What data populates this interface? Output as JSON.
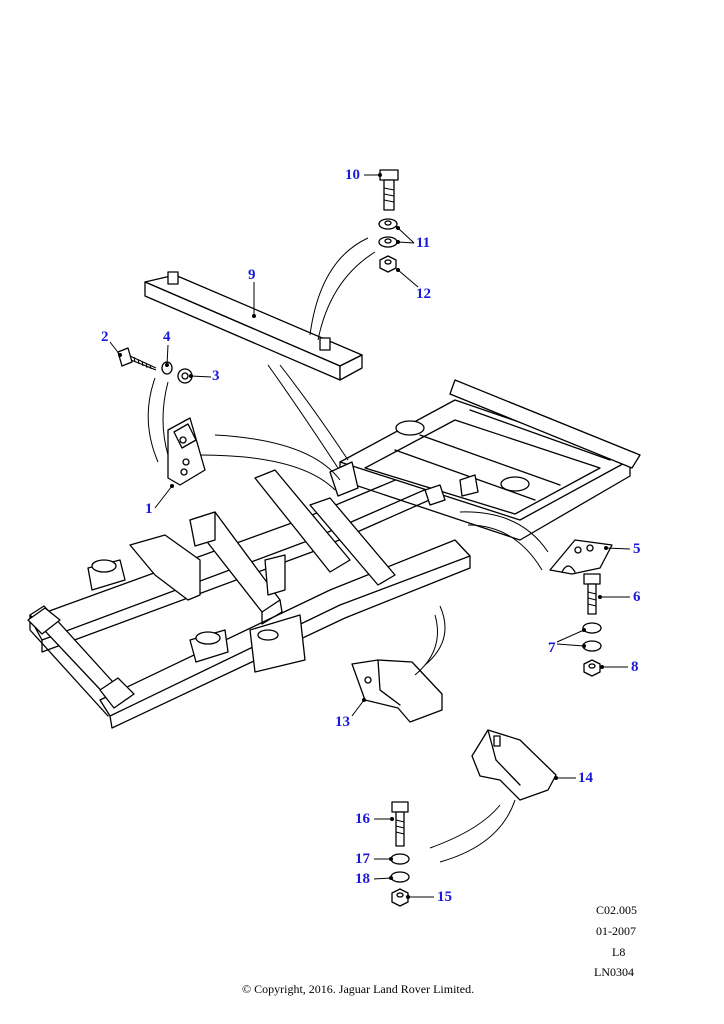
{
  "colors": {
    "callout": "#1a1adb",
    "line": "#000000",
    "background": "#ffffff"
  },
  "callouts": [
    {
      "id": "1",
      "text": "1"
    },
    {
      "id": "2",
      "text": "2"
    },
    {
      "id": "3",
      "text": "3"
    },
    {
      "id": "4",
      "text": "4"
    },
    {
      "id": "5",
      "text": "5"
    },
    {
      "id": "6",
      "text": "6"
    },
    {
      "id": "7",
      "text": "7"
    },
    {
      "id": "8",
      "text": "8"
    },
    {
      "id": "9",
      "text": "9"
    },
    {
      "id": "10",
      "text": "10"
    },
    {
      "id": "11",
      "text": "11"
    },
    {
      "id": "12",
      "text": "12"
    },
    {
      "id": "13",
      "text": "13"
    },
    {
      "id": "14",
      "text": "14"
    },
    {
      "id": "15",
      "text": "15"
    },
    {
      "id": "16",
      "text": "16"
    },
    {
      "id": "17",
      "text": "17"
    },
    {
      "id": "18",
      "text": "18"
    }
  ],
  "reference": {
    "code": "C02.005",
    "date": "01-2007",
    "level": "L8",
    "illustration_number": "LN0304"
  },
  "copyright": "© Copyright, 2016. Jaguar Land Rover Limited."
}
